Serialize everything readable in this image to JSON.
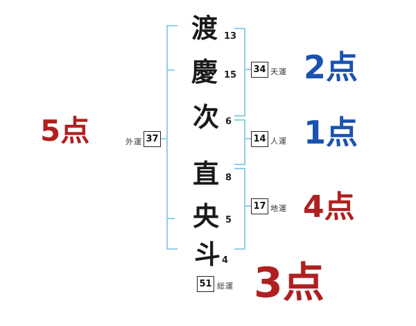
{
  "title": "seimei-handan-diagram",
  "name_chars": [
    {
      "char": "渡",
      "strokes": "13"
    },
    {
      "char": "慶",
      "strokes": "15"
    },
    {
      "char": "次",
      "strokes": "6"
    },
    {
      "char": "直",
      "strokes": "8"
    },
    {
      "char": "央",
      "strokes": "5"
    },
    {
      "char": "斗",
      "strokes": "4"
    }
  ],
  "fortunes": {
    "ten": {
      "value": "34",
      "label": "天運",
      "score": "2点"
    },
    "jin": {
      "value": "14",
      "label": "人運",
      "score": "1点"
    },
    "chi": {
      "value": "17",
      "label": "地運",
      "score": "4点"
    },
    "gai": {
      "value": "37",
      "label": "外運",
      "score": "5点"
    },
    "sou": {
      "value": "51",
      "label": "総運",
      "score": "3点"
    }
  },
  "colors": {
    "bracket": "#8ecfe8",
    "score_blue": "#1a53b0",
    "score_red": "#b02020",
    "ink": "#1a1a1a"
  }
}
